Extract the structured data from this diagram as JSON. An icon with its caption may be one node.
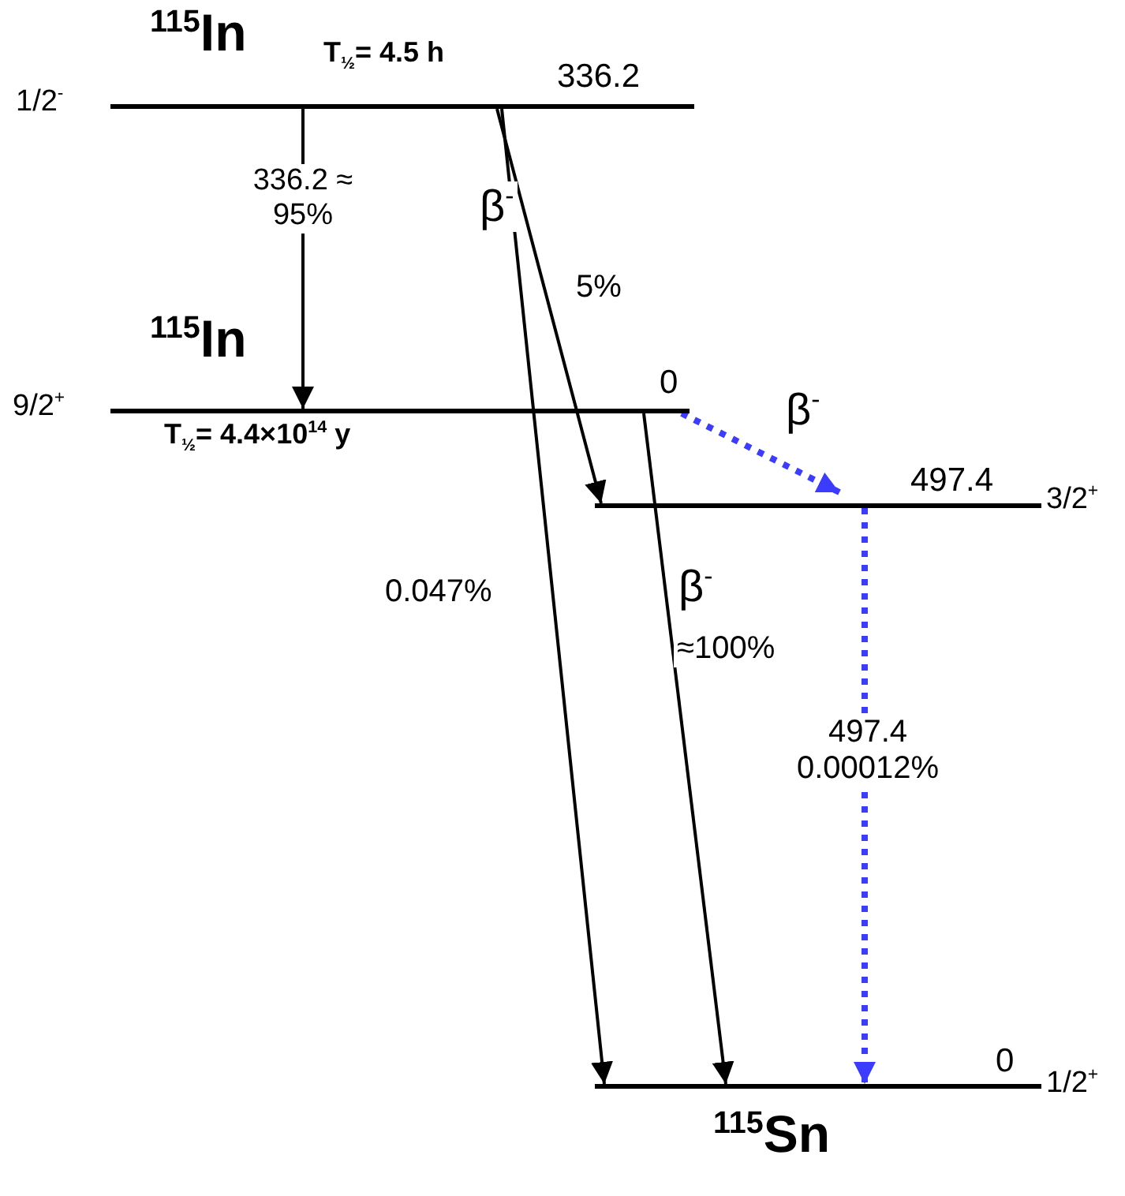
{
  "diagram": {
    "nodes": [
      {
        "text": [
          "$^{115}$In",
          "T$_{½}$= 4.5 h",
          "336.2"
        ],
        "beside": [
          "1/2$^{-}$"
        ]
      },
      {
        "text": [
          "$^{115}$In",
          "0",
          "T$_{½}$= 4.4×10$^{14}$ y"
        ],
        "beside": [
          "9/2$^{+}$"
        ]
      },
      {
        "text": [
          "497.4"
        ],
        "beside": [
          "3/2$^{+}$"
        ]
      },
      {
        "text": [
          "0",
          "$^{115}$Sn"
        ],
        "beside": [
          "1/2$^{+}$"
        ]
      }
    ],
    "edges": [
      {
        "from": 0,
        "to": 1,
        "arrow": "to",
        "label": "336.2 ≈ 95%"
      },
      {
        "from": 0,
        "to": 2,
        "arrow": "to",
        "label": "5%"
      },
      {
        "from": 0,
        "to": 3,
        "arrow": "to",
        "label": "0.047%"
      },
      {
        "from": 1,
        "to": 3,
        "arrow": "to",
        "label": "≈100%"
      },
      {
        "from": 1,
        "to": 2,
        "arrow": "to",
        "label": "β$^{-}$",
        "style": "dashed",
        "color": "#3c3cff"
      },
      {
        "from": 2,
        "to": 3,
        "arrow": "to",
        "label": "497.4 0.00012%",
        "style": "dashed",
        "color": "#3c3cff"
      }
    ],
    "labels": [
      "β$^{-}$",
      "β$^{-}$"
    ]
  }
}
